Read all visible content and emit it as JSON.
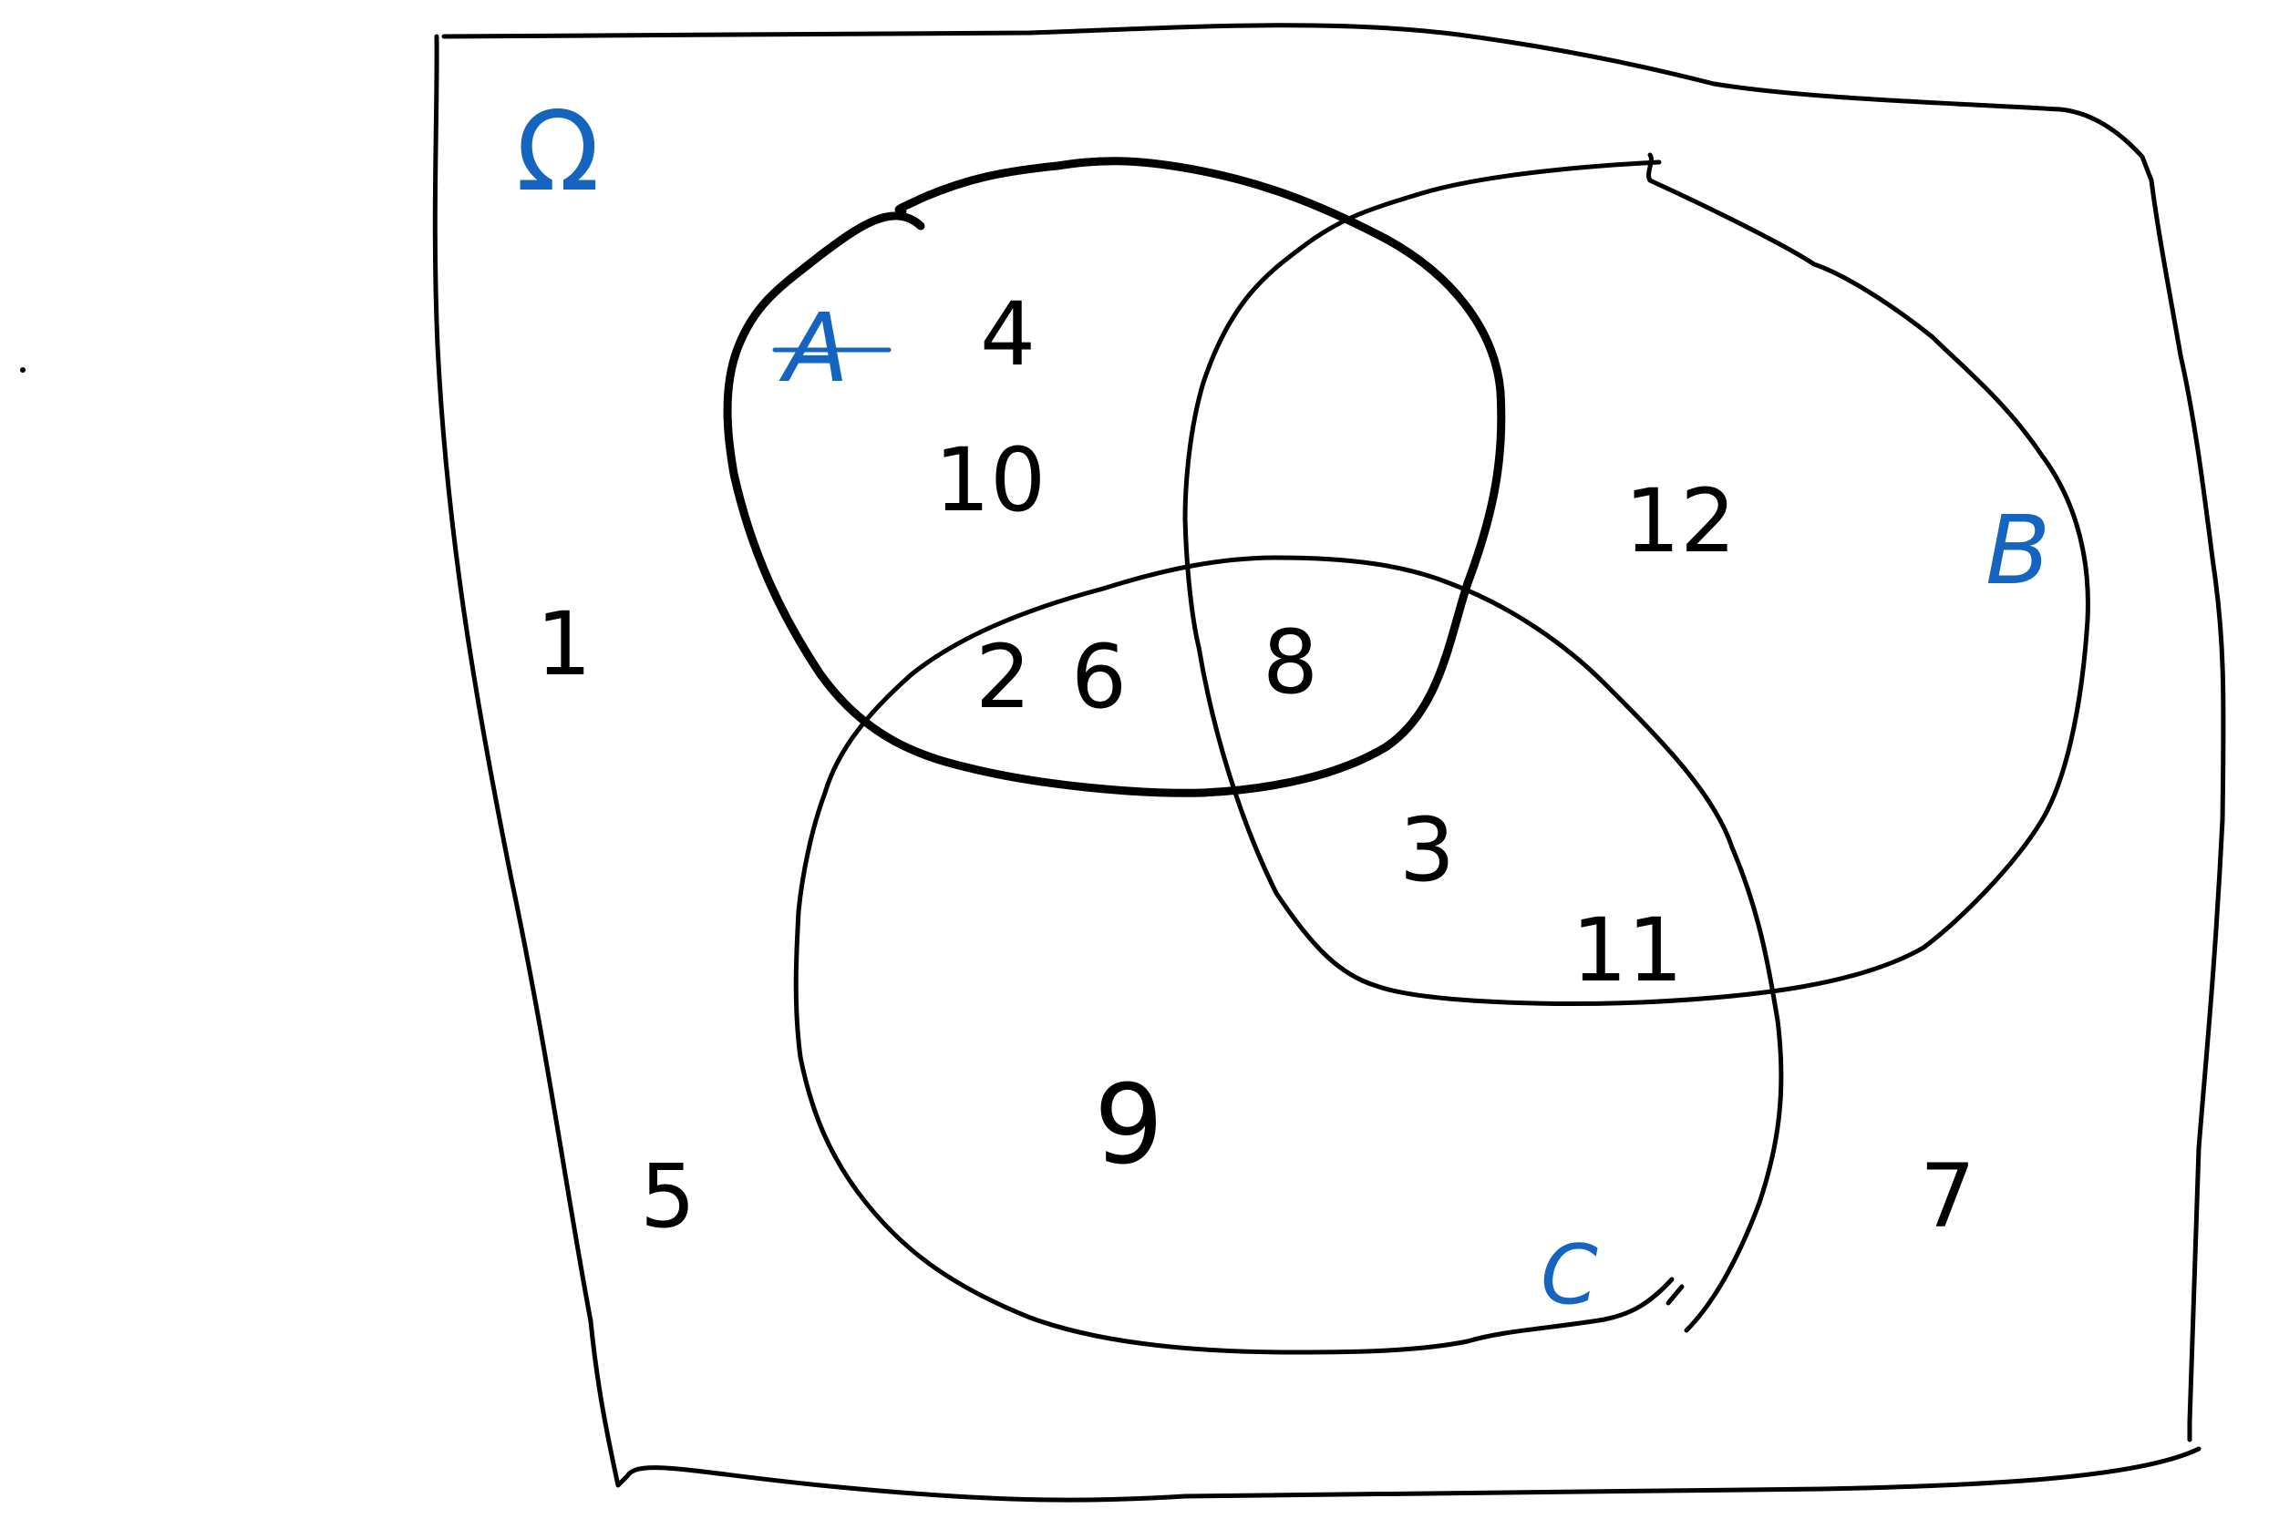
{
  "universe_label": "Ω",
  "sets": {
    "A": {
      "label": "A"
    },
    "B": {
      "label": "B"
    },
    "C": {
      "label": "C"
    }
  },
  "elements": {
    "a_only": [
      "4",
      "10"
    ],
    "a_c": [
      "2",
      "6"
    ],
    "a_b_c": "8",
    "b_only": "12",
    "b_c": [
      "3",
      "11"
    ],
    "c_only": "9",
    "outside": [
      "1",
      "5",
      "7"
    ]
  },
  "colors": {
    "ink": "#000000",
    "label_ink": "#1565c0"
  }
}
